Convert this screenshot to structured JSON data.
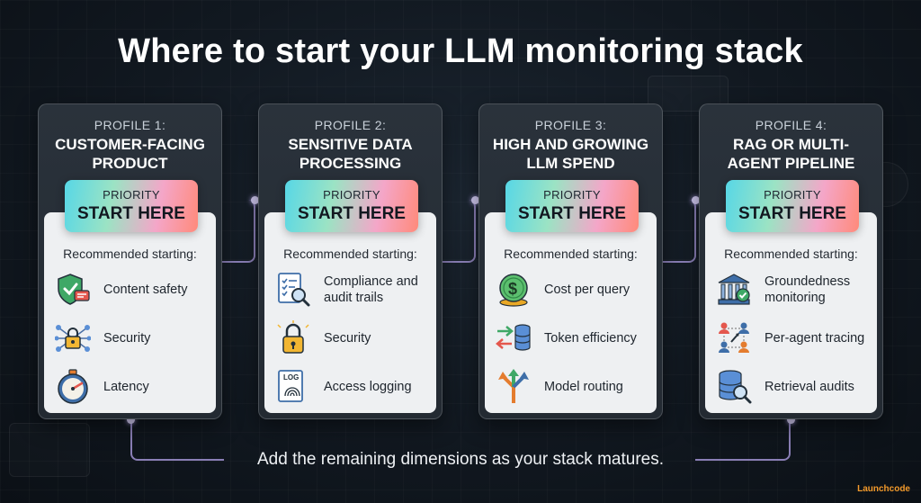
{
  "title": "Where to start your LLM monitoring stack",
  "priority_label": "PRIORITY",
  "priority_value": "START HERE",
  "recommended_label": "Recommended starting:",
  "profiles": [
    {
      "number": "PROFILE 1:",
      "name": "CUSTOMER-FACING PRODUCT",
      "items": [
        {
          "icon": "shield-chat-icon",
          "label": "Content safety"
        },
        {
          "icon": "network-lock-icon",
          "label": "Security"
        },
        {
          "icon": "stopwatch-icon",
          "label": "Latency"
        }
      ]
    },
    {
      "number": "PROFILE 2:",
      "name": "SENSITIVE DATA PROCESSING",
      "items": [
        {
          "icon": "checklist-magnifier-icon",
          "label": "Compliance and audit trails"
        },
        {
          "icon": "padlock-icon",
          "label": "Security"
        },
        {
          "icon": "log-fingerprint-icon",
          "label": "Access logging"
        }
      ]
    },
    {
      "number": "PROFILE 3:",
      "name": "HIGH AND GROWING LLM SPEND",
      "items": [
        {
          "icon": "dollar-coin-icon",
          "label": "Cost per query"
        },
        {
          "icon": "arrows-database-icon",
          "label": "Token efficiency"
        },
        {
          "icon": "split-arrows-icon",
          "label": "Model routing"
        }
      ]
    },
    {
      "number": "PROFILE 4:",
      "name": "RAG OR MULTI-AGENT PIPELINE",
      "items": [
        {
          "icon": "institution-check-icon",
          "label": "Groundedness monitoring"
        },
        {
          "icon": "agents-network-icon",
          "label": "Per-agent tracing"
        },
        {
          "icon": "database-search-icon",
          "label": "Retrieval audits"
        }
      ]
    }
  ],
  "footer": "Add the remaining dimensions as your stack matures.",
  "brand": "Launchcode"
}
